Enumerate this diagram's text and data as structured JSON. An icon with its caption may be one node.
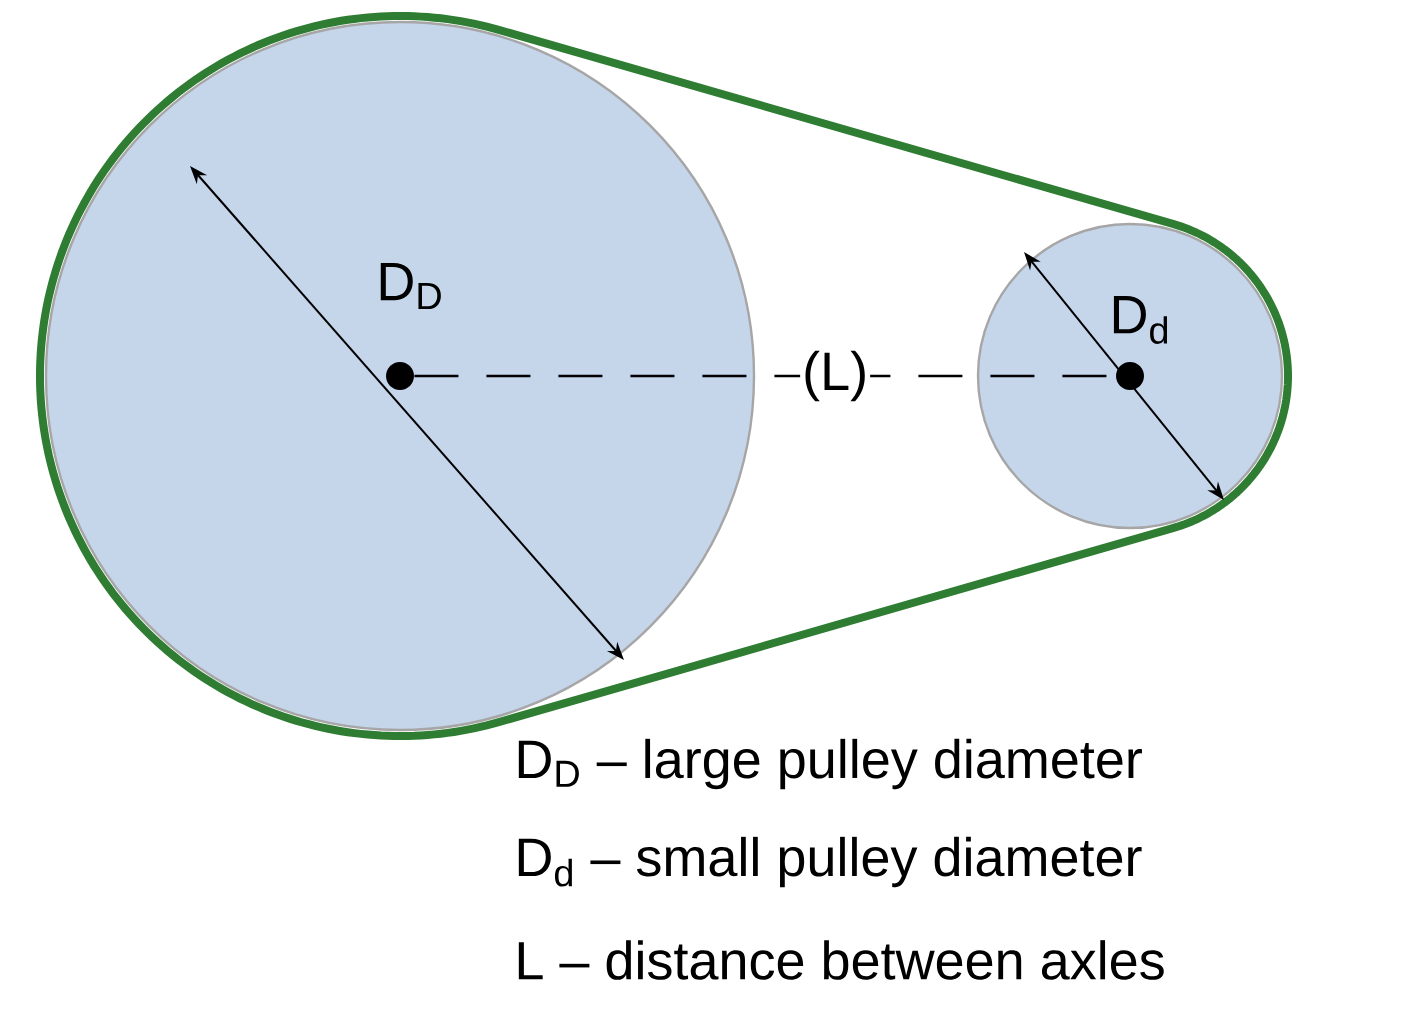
{
  "diagram": {
    "nodes": [
      {
        "text": [
          "D$_{D}$"
        ]
      },
      {
        "text": [
          "D$_{d}$"
        ]
      },
      {
        "text": [],
        "shape": "circle",
        "in": 0
      },
      {
        "text": [],
        "shape": "circle",
        "in": 1
      }
    ],
    "edges": [
      {
        "from": 2,
        "to": 3,
        "arrow": "none",
        "style": "dashed",
        "label": "(L)"
      }
    ],
    "labels": [
      "D$_{D}$ – large pulley diameter",
      "D$_{d}$ – small pulley diameter",
      "L – distance between axles"
    ]
  }
}
